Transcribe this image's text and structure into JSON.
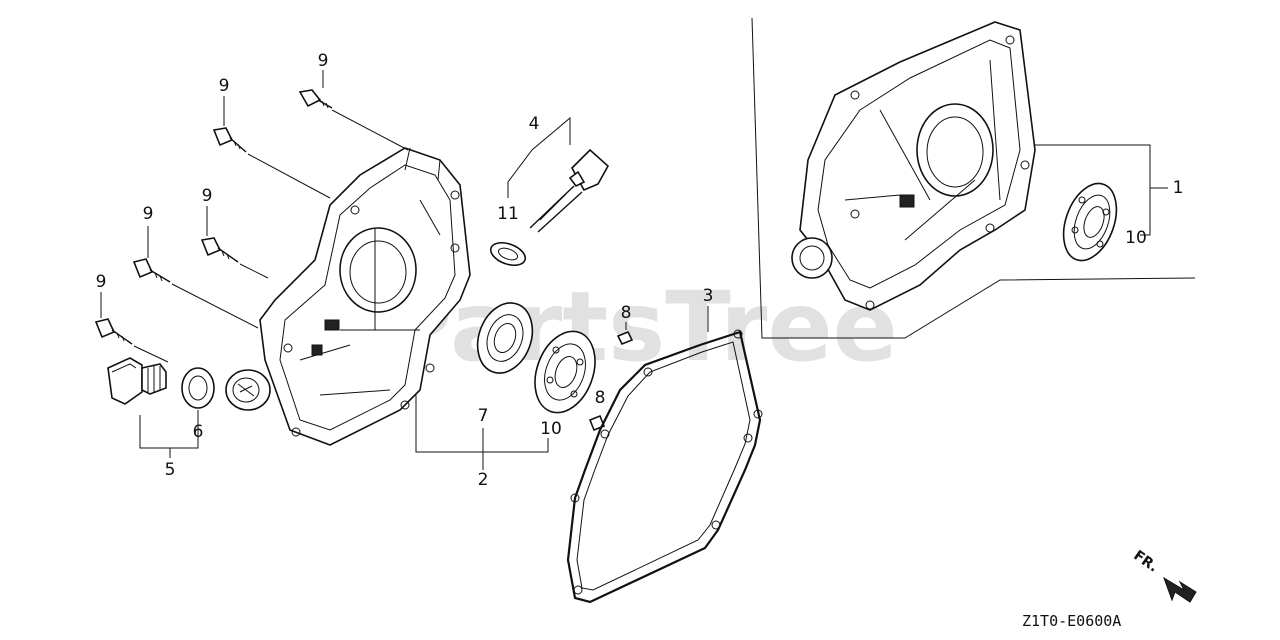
{
  "diagram": {
    "watermark": "PartsTree",
    "drawing_code": "Z1T0-E0600A",
    "direction_label": "FR.",
    "callouts": [
      {
        "id": "c1",
        "text": "1"
      },
      {
        "id": "c10a",
        "text": "10"
      },
      {
        "id": "c2",
        "text": "2"
      },
      {
        "id": "c7",
        "text": "7"
      },
      {
        "id": "c10b",
        "text": "10"
      },
      {
        "id": "c3",
        "text": "3"
      },
      {
        "id": "c4",
        "text": "4"
      },
      {
        "id": "c11",
        "text": "11"
      },
      {
        "id": "c5",
        "text": "5"
      },
      {
        "id": "c6",
        "text": "6"
      },
      {
        "id": "c8a",
        "text": "8"
      },
      {
        "id": "c8b",
        "text": "8"
      },
      {
        "id": "c9a",
        "text": "9"
      },
      {
        "id": "c9b",
        "text": "9"
      },
      {
        "id": "c9c",
        "text": "9"
      },
      {
        "id": "c9d",
        "text": "9"
      },
      {
        "id": "c9e",
        "text": "9"
      }
    ]
  }
}
